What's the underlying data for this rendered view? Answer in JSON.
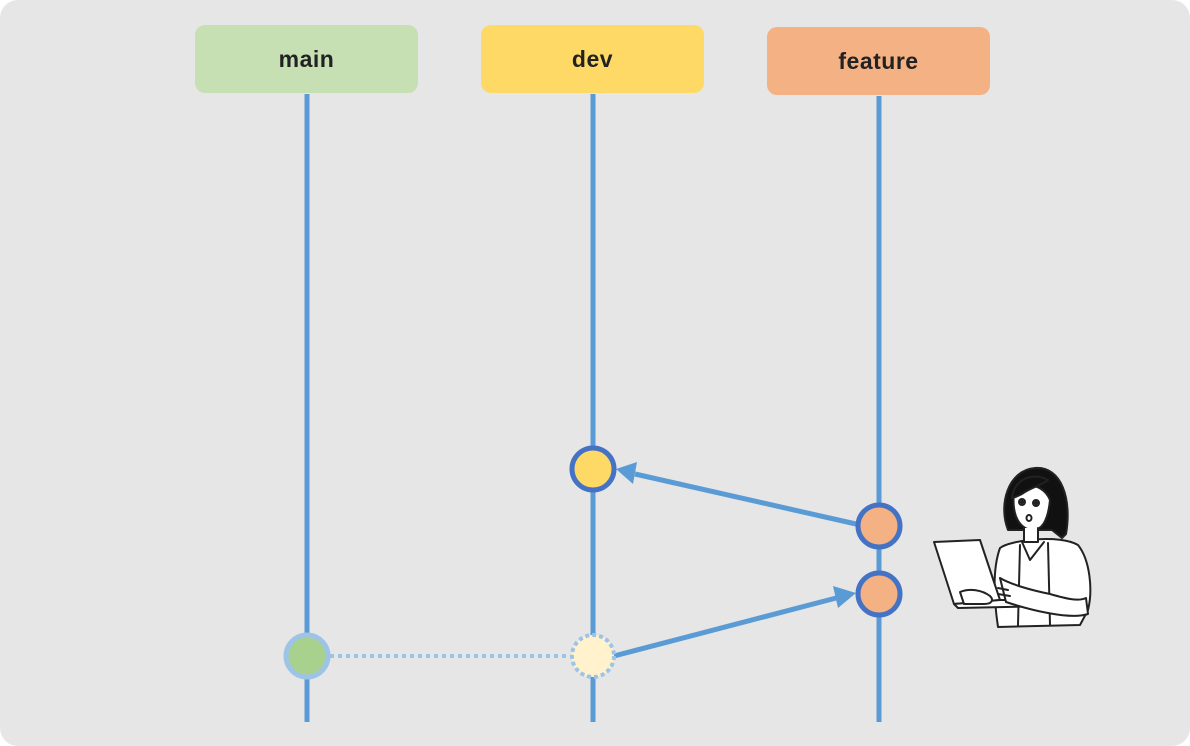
{
  "branches": [
    {
      "id": "main",
      "label": "main",
      "color": "#c6e0b4"
    },
    {
      "id": "dev",
      "label": "dev",
      "color": "#ffd966"
    },
    {
      "id": "feature",
      "label": "feature",
      "color": "#f4b183"
    }
  ],
  "colors": {
    "line": "#5b9bd5",
    "commit_border": "#4472c4",
    "main_commit": "#a9d18e",
    "dev_commit": "#ffd966",
    "dev_commit_pending": "#fff2cc",
    "feature_commit": "#f4b183",
    "background": "#e6e6e6"
  },
  "illustration": {
    "icon": "person-with-laptop-icon"
  }
}
